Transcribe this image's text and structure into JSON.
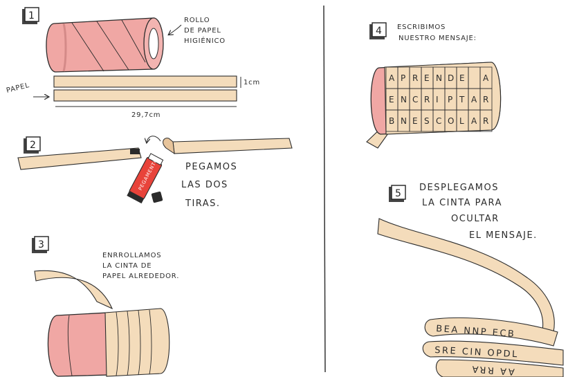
{
  "steps": [
    {
      "number": "1",
      "lines": [
        "ROLLO",
        "DE PAPEL",
        "HIGIÉNICO"
      ]
    },
    {
      "number": "2",
      "lines": [
        "PEGAMOS",
        "LAS DOS",
        "TIRAS."
      ]
    },
    {
      "number": "3",
      "lines": [
        "ENRROLLAMOS",
        "LA CINTA DE",
        "PAPEL ALREDEDOR."
      ]
    },
    {
      "number": "4",
      "lines": [
        "ESCRIBIMOS",
        "NUESTRO MENSAJE:"
      ]
    },
    {
      "number": "5",
      "lines": [
        "DESPLEGAMOS",
        "LA CINTA PARA",
        "OCULTAR",
        "EL MENSAJE."
      ]
    }
  ],
  "step1": {
    "paper_label": "PAPEL",
    "height_label": "1cm",
    "width_label": "29,7cm"
  },
  "step2": {
    "glue_label": "PEGAMENTO"
  },
  "grid": {
    "rows": [
      [
        "A",
        "P",
        "R",
        "E",
        "N",
        "D",
        "E",
        "",
        "A"
      ],
      [
        "E",
        "N",
        "C",
        "R",
        "I",
        "P",
        "T",
        "A",
        "R"
      ],
      [
        "B",
        "N",
        "E",
        "S",
        "C",
        "O",
        "L",
        "A",
        "R"
      ]
    ]
  },
  "ribbon": {
    "lines": [
      "BEA NNP ECB",
      "SRE CIN OPDL",
      "AA RRA"
    ]
  },
  "colors": {
    "roll": "#f0a7a4",
    "roll_dark": "#e08e8e",
    "paper": "#f4dcbb",
    "paper_dark": "#e7c49b",
    "ink": "#2b2b2b"
  }
}
